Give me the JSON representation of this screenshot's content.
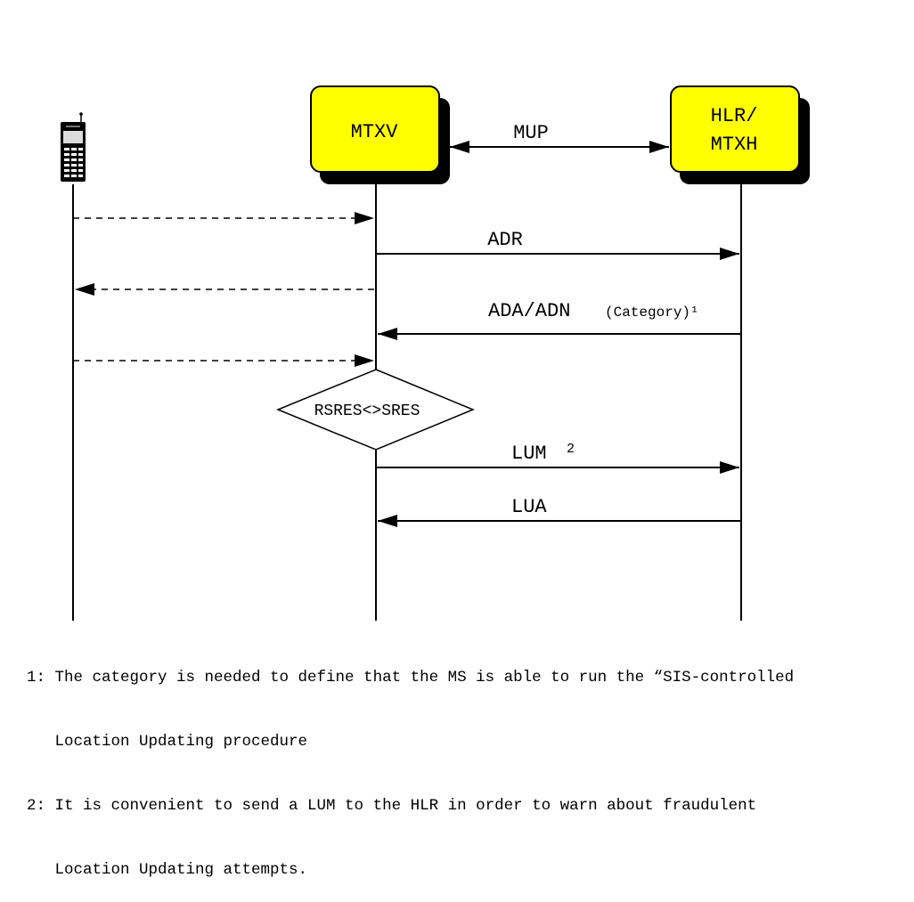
{
  "entities": {
    "mtxv": {
      "label": "MTXV"
    },
    "hlr": {
      "label_line1": "HLR/",
      "label_line2": "MTXH"
    }
  },
  "messages": {
    "mup": "MUP",
    "adr": "ADR",
    "ada": "ADA/ADN",
    "ada_note": "(Category)¹",
    "lum": "LUM",
    "lum_sup": "2",
    "lua": "LUA"
  },
  "decision": {
    "label": "RSRES<>SRES"
  },
  "footnotes": [
    "1: The category is needed to define that the MS is able to run the “SIS-controlled",
    "   Location Updating procedure",
    "2: It is convenient to send a LUM to the HLR in order to warn about fraudulent",
    "   Location Updating attempts."
  ],
  "colors": {
    "entity_fill": "#ffff00",
    "line": "#000000",
    "shadow": "#000000"
  },
  "icons": {
    "mobile": "mobile-phone-icon"
  }
}
